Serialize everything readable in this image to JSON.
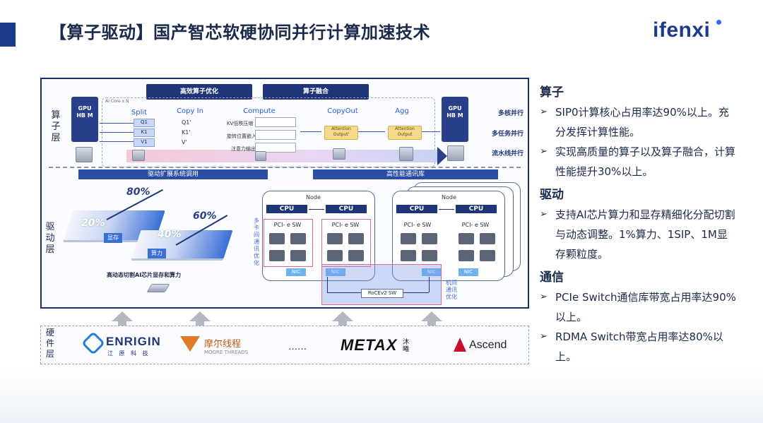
{
  "header": {
    "title": "【算子驱动】国产智芯软硬协同并行计算加速技术",
    "logo": "ifenxi"
  },
  "diagram": {
    "layers": {
      "operator": "算子层",
      "driver": "驱动层",
      "hardware": "硬件层"
    },
    "top_banners": [
      "高效算子优化",
      "算子融合"
    ],
    "core_label": "AI Core x N",
    "gpu_label": "GPU HB M",
    "stages": [
      "Split",
      "Copy In",
      "Compute",
      "CopyOut",
      "Agg"
    ],
    "split_items": [
      "Q1",
      "K1",
      "V1"
    ],
    "copyin_items": [
      "Q1'",
      "K1'",
      "V'"
    ],
    "compute_items": [
      "KV低秩压缩",
      "旋转位置嵌入",
      "注意力输出"
    ],
    "copyout_item": "Attention Output'",
    "agg_item": "Attention Output",
    "parallel_labels": [
      "多核并行",
      "多任务并行",
      "流水线并行"
    ],
    "mid_banners": [
      "驱动扩展系统调用",
      "高性能通讯库"
    ],
    "driver_slabs": {
      "top": "显存",
      "bottom": "算力"
    },
    "percentages": [
      "80%",
      "20%",
      "60%",
      "40%"
    ],
    "driver_caption": "高动态切割AI芯片显存和算力",
    "node_label": "Node",
    "cpu_label": "CPU",
    "pcie_label": "PCI- e SW",
    "nic_label": "NIC",
    "roce_label": "RoCEv2 SW",
    "intra_card_label": "多卡间通讯优化",
    "inter_machine_label": "机间通讯优化"
  },
  "vendors": {
    "enrigin_name": "ENRIGIN",
    "enrigin_cn": "江 原 科 技",
    "moore_cn": "摩尔线程",
    "moore_en": "MOORE THREADS",
    "ellipsis": "……",
    "metax": "METAX",
    "metax_cn": "沐曦",
    "ascend": "Ascend"
  },
  "right_panel": {
    "sections": [
      {
        "title": "算子",
        "bullets": [
          "SIP0计算核心占用率达90%以上。充分发挥计算性能。",
          "实现高质量的算子以及算子融合，计算性能提升30%以上。"
        ]
      },
      {
        "title": "驱动",
        "bullets": [
          "支持AI芯片算力和显存精细化分配切割与动态调整。1%算力、1SIP、1M显存颗粒度。"
        ]
      },
      {
        "title": "通信",
        "bullets": [
          "PCIe Switch通信库带宽占用率达90%以上。",
          "RDMA Switch带宽占用率达80%以上。"
        ]
      }
    ]
  },
  "colors": {
    "primary": "#1b3a8c",
    "accent_blue": "#2f6bff",
    "banner": "#1f3577",
    "nic": "#6fb2f0",
    "highlight_pink": "#e06a8a",
    "ascend_red": "#c8102e",
    "moore_orange": "#e07a2a"
  }
}
